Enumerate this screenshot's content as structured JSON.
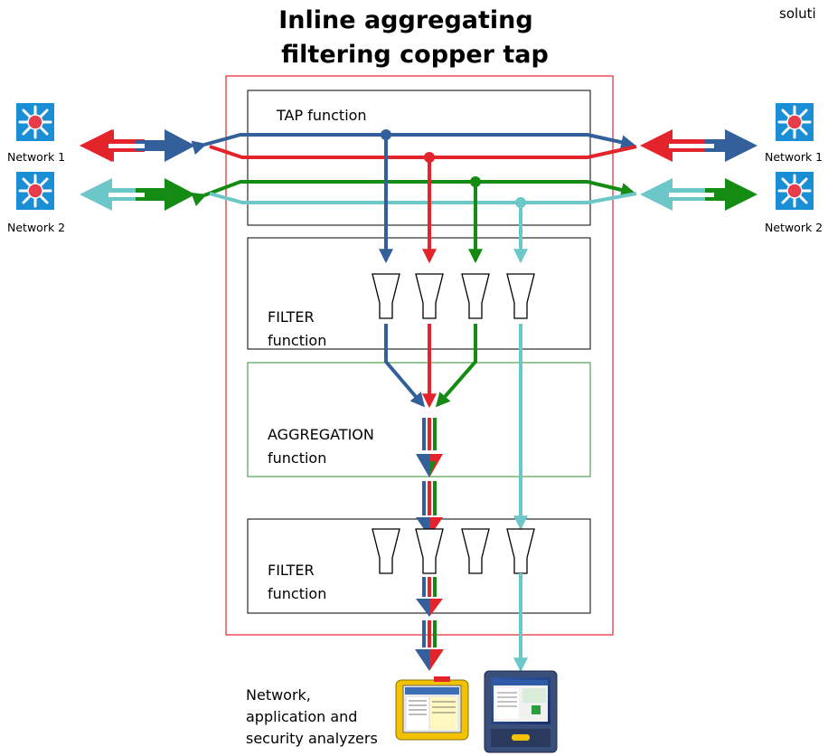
{
  "title": {
    "line1": "Inline aggregating",
    "line2": "filtering copper tap"
  },
  "corner_text": "soluti",
  "networks": {
    "left_top": "Network 1",
    "left_bottom": "Network 2",
    "right_top": "Network 1",
    "right_bottom": "Network 2"
  },
  "boxes": {
    "tap": "TAP function",
    "filter1": {
      "line1": "FILTER",
      "line2": "function"
    },
    "aggregation": {
      "line1": "AGGREGATION",
      "line2": "function"
    },
    "filter2": {
      "line1": "FILTER",
      "line2": "function"
    }
  },
  "analyzers": {
    "line1": "Network,",
    "line2": "application and",
    "line3": "security analyzers"
  },
  "colors": {
    "blue": "#33609a",
    "red": "#e3242b",
    "green": "#148c14",
    "cyan": "#6cc7c8",
    "tap_border": "#e3242b",
    "aggregation_border": "#2f8f2f",
    "switch_blue": "#1b8fd6",
    "switch_red": "#e63c4b"
  },
  "icons": {
    "switch": "network-switch-icon",
    "filter": "funnel-icon",
    "analyzer": "handheld-analyzer-icon"
  }
}
